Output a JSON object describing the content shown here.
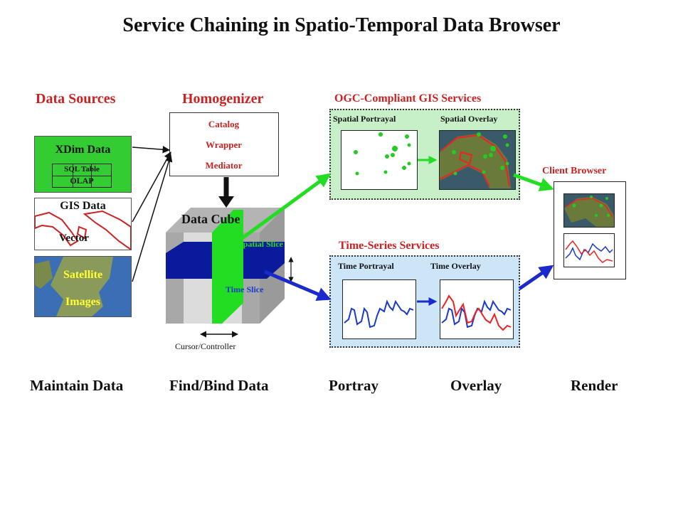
{
  "title": "Service Chaining in Spatio-Temporal Data Browser",
  "headers": {
    "data_sources": "Data Sources",
    "homogenizer": "Homogenizer",
    "ogc": "OGC-Compliant GIS Services",
    "time_series": "Time-Series Services",
    "client_browser": "Client Browser"
  },
  "homogenizer_items": [
    "Catalog",
    "Wrapper",
    "Mediator"
  ],
  "sources": {
    "xdim": "XDim Data",
    "sql_table": "SQL Table",
    "olap": "OLAP",
    "gis": "GIS Data",
    "vector": "Vector",
    "satellite_line1": "Satellite",
    "satellite_line2": "Images"
  },
  "cube": {
    "label": "Data Cube",
    "spatial_slice": "Spatial Slice",
    "time_slice": "Time Slice",
    "cursor": "Cursor/Controller"
  },
  "ogc_labels": {
    "portrayal": "Spatial Portrayal",
    "overlay": "Spatial Overlay"
  },
  "ts_labels": {
    "portrayal": "Time Portrayal",
    "overlay": "Time Overlay"
  },
  "stages": [
    "Maintain Data",
    "Find/Bind Data",
    "Portray",
    "Overlay",
    "Render"
  ],
  "colors": {
    "accent_red": "#cc2222",
    "xdim_green": "#33cc33",
    "slice_green": "#22dd22",
    "slice_blue": "#0a1a9a",
    "ogc_bg": "#c8f0c8",
    "ts_bg": "#cde6f7",
    "satellite_bg": "#3a6fb5"
  }
}
